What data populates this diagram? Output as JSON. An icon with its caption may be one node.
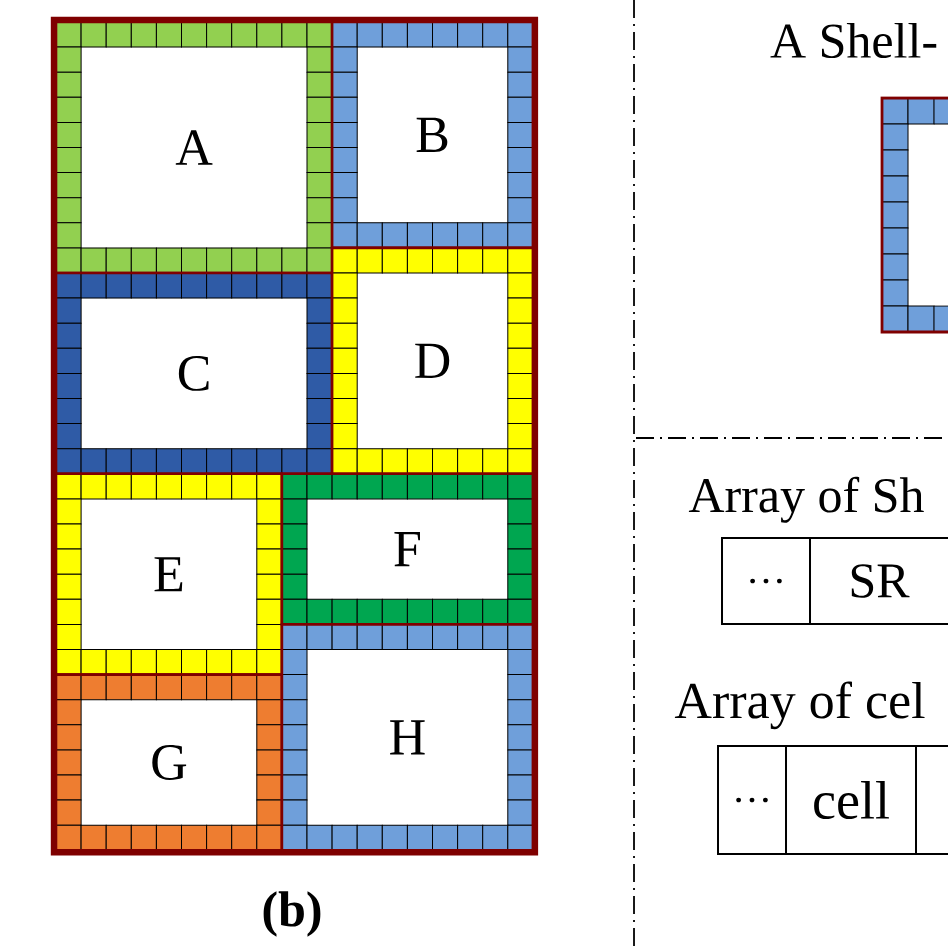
{
  "diagram": {
    "caption": "(b)",
    "nodes": [
      {
        "text": [],
        "shape": "box"
      },
      {
        "text": [
          "A"
        ],
        "in": 0
      },
      {
        "text": [
          "B"
        ],
        "in": 0
      },
      {
        "text": [
          "C"
        ],
        "in": 0
      },
      {
        "text": [
          "D"
        ],
        "in": 0
      },
      {
        "text": [
          "E"
        ],
        "in": 0
      },
      {
        "text": [
          "F"
        ],
        "in": 0
      },
      {
        "text": [
          "G"
        ],
        "in": 0
      },
      {
        "text": [
          "H"
        ],
        "in": 0
      },
      {
        "text": [],
        "shape": "box",
        "beside": [
          "A Shell-"
        ]
      },
      {
        "text": [
          "…"
        ]
      },
      {
        "text": [
          "SR"
        ]
      },
      {
        "text": [
          "…"
        ]
      },
      {
        "text": [
          "cell"
        ]
      },
      {
        "text": [],
        "shape": "box"
      }
    ],
    "labels": [
      "Array of Sh",
      "Array of cel"
    ]
  }
}
